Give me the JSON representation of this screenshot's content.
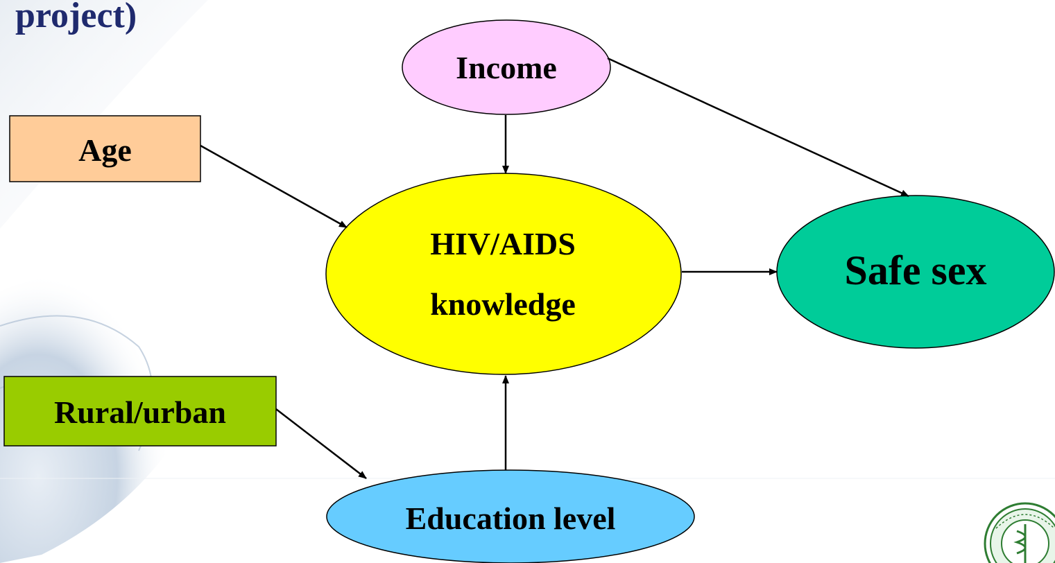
{
  "slide": {
    "title_fragment": "project)"
  },
  "nodes": {
    "income": {
      "label": "Income",
      "shape": "ellipse",
      "color": "#ffccff"
    },
    "age": {
      "label": "Age",
      "shape": "rect",
      "color": "#ffcc99"
    },
    "hiv_aids_knowledge": {
      "line1": "HIV/AIDS",
      "line2": "knowledge",
      "shape": "ellipse",
      "color": "#ffff00"
    },
    "safe_sex": {
      "label": "Safe sex",
      "shape": "ellipse",
      "color": "#00cc99"
    },
    "rural_urban": {
      "label": "Rural/urban",
      "shape": "rect",
      "color": "#99cc00"
    },
    "education_level": {
      "label": "Education level",
      "shape": "ellipse",
      "color": "#66ccff"
    }
  },
  "edges": [
    {
      "from": "income",
      "to": "hiv_aids_knowledge"
    },
    {
      "from": "income",
      "to": "safe_sex"
    },
    {
      "from": "age",
      "to": "hiv_aids_knowledge"
    },
    {
      "from": "hiv_aids_knowledge",
      "to": "safe_sex"
    },
    {
      "from": "rural_urban",
      "to": "education_level"
    },
    {
      "from": "education_level",
      "to": "hiv_aids_knowledge"
    }
  ],
  "colors": {
    "title": "#1f2a6e",
    "background_decoration": "#c9d6e6",
    "arrow": "#000000",
    "logo_green": "#2e7d32"
  },
  "icons": {
    "logo": "university-seal-icon",
    "background": "globe-watermark-icon"
  }
}
